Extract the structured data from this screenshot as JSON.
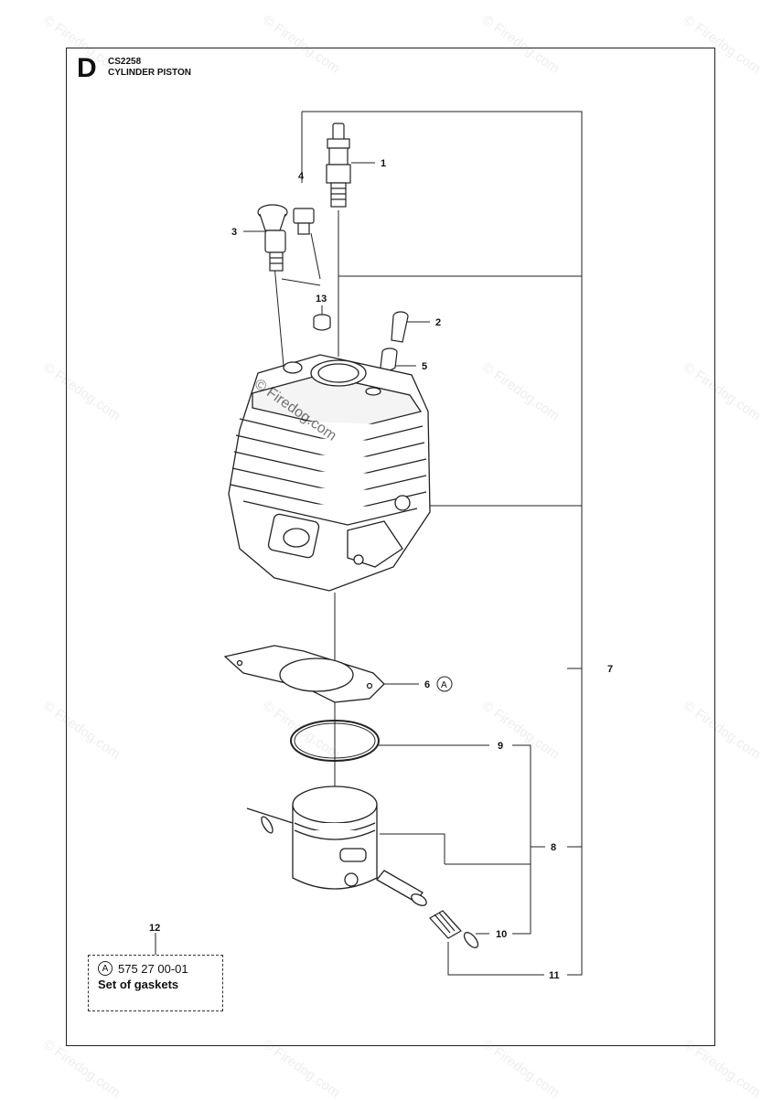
{
  "header": {
    "section_letter": "D",
    "code": "CS2258",
    "title": "CYLINDER PISTON"
  },
  "callouts": {
    "c1": "1",
    "c2": "2",
    "c3": "3",
    "c4": "4",
    "c5": "5",
    "c6": "6",
    "c7": "7",
    "c8": "8",
    "c9": "9",
    "c10": "10",
    "c11": "11",
    "c12": "12",
    "c13": "13"
  },
  "callout_marker": "A",
  "note": {
    "marker": "A",
    "part_number": "575 27 00-01",
    "description": "Set of gaskets"
  },
  "watermark": {
    "text": "© Firedog.com",
    "center_text": "© Firedog.com"
  }
}
